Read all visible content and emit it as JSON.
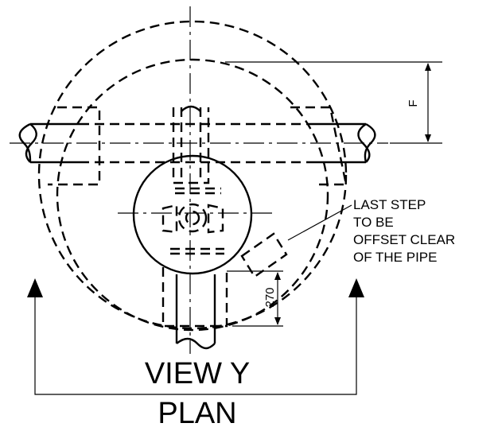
{
  "drawing": {
    "title": "VIEW Y",
    "subtitle": "PLAN",
    "dimension_f": "F",
    "dimension_270": "270",
    "note_lines": [
      "LAST STEP",
      "TO BE",
      "OFFSET CLEAR",
      "OF THE PIPE"
    ]
  }
}
